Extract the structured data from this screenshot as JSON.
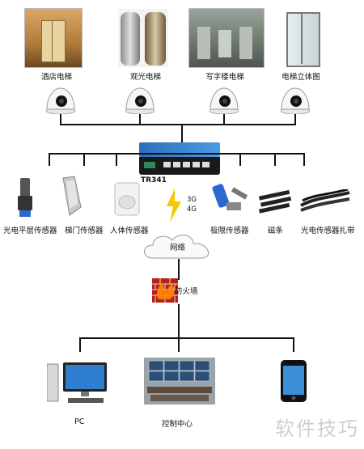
{
  "scenes": {
    "hotel": "酒店电梯",
    "sightseeing": "观光电梯",
    "office": "写字楼电梯",
    "stereo": "电梯立体图"
  },
  "router": {
    "model": "TR341"
  },
  "network_labels": {
    "g3": "3G",
    "g4": "4G"
  },
  "sensors": {
    "leveling": "光电平层传感器",
    "door": "梯门传感器",
    "human": "人体传感器",
    "limit": "极限传感器",
    "magnet": "磁条",
    "strap": "光电传感器扎带"
  },
  "network": "网络",
  "firewall": "防火墙",
  "endpoints": {
    "pc": "PC",
    "control": "控制中心"
  },
  "watermark": "软件技巧"
}
